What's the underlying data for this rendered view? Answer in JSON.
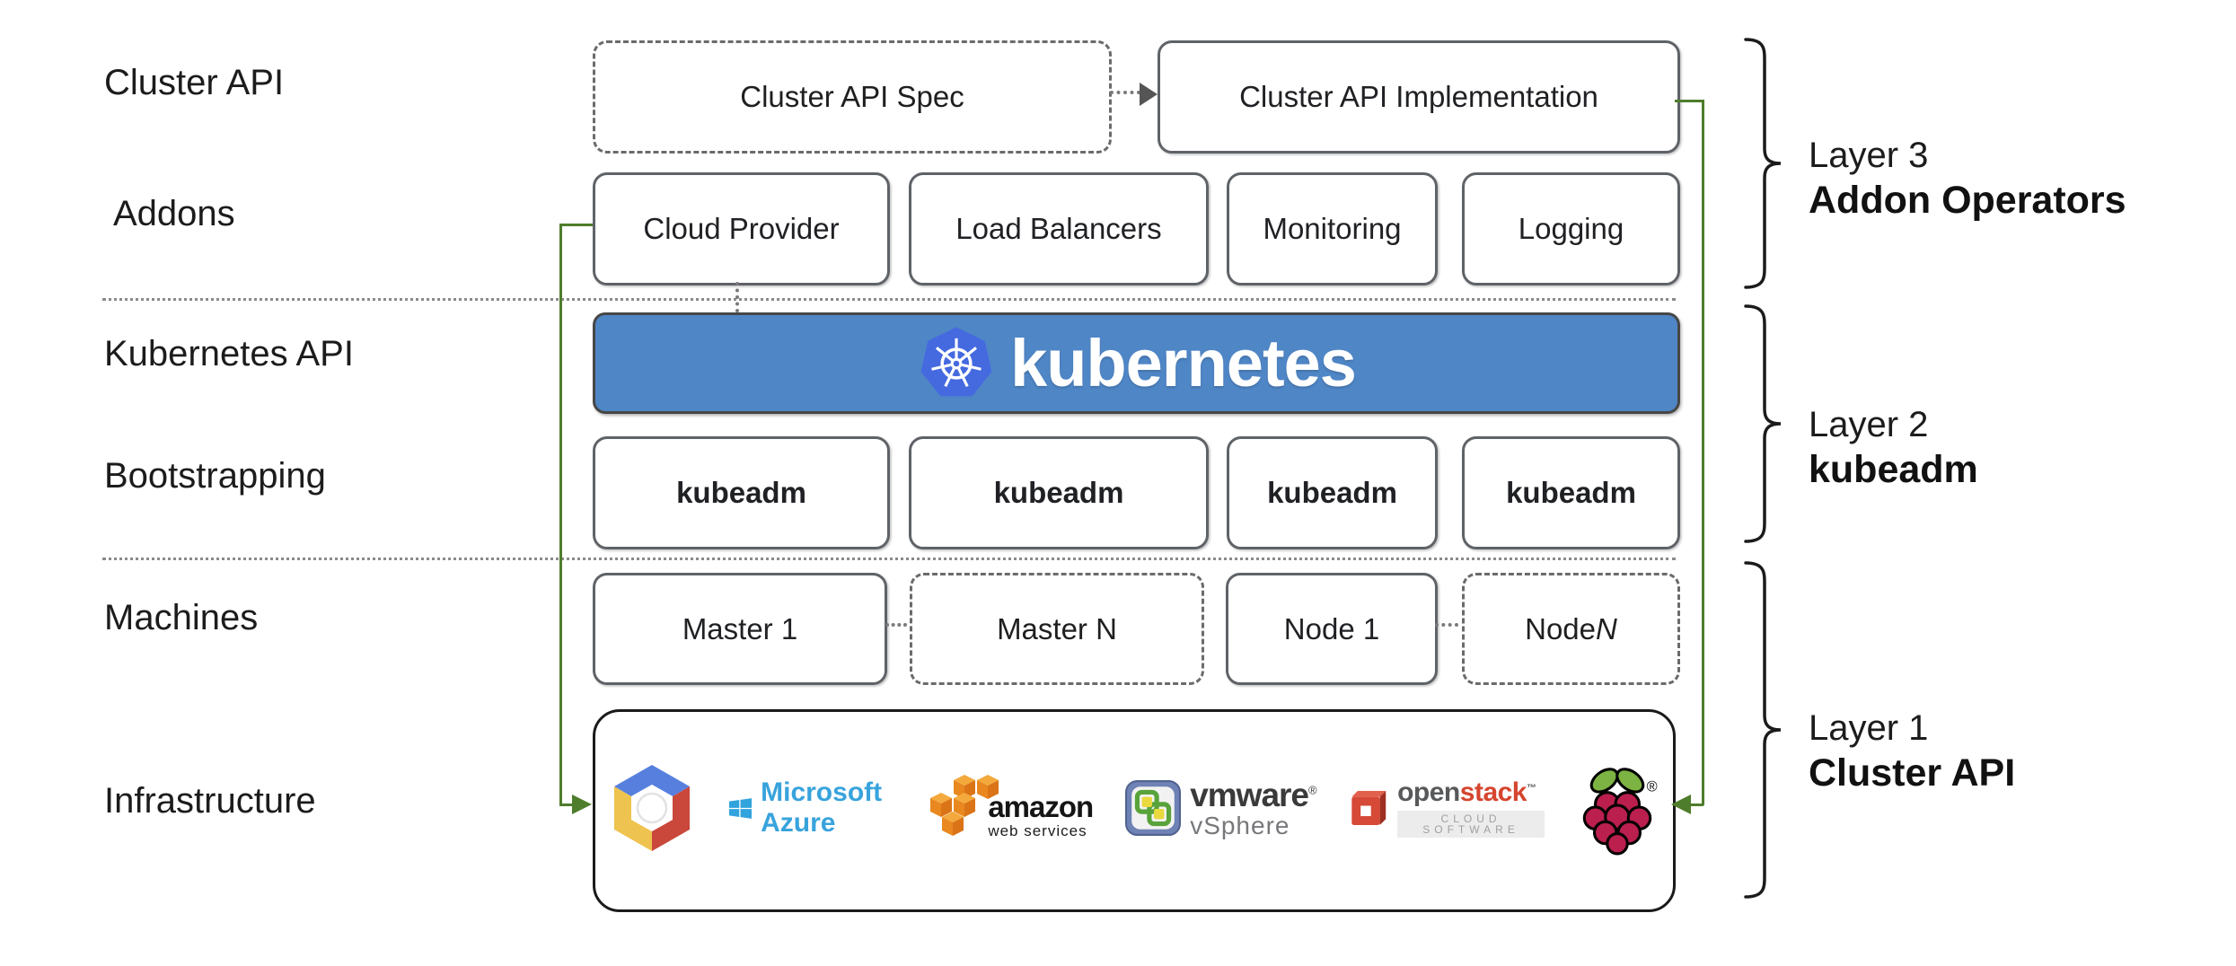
{
  "diagram": {
    "left_labels": [
      "Cluster API",
      "Addons",
      "Kubernetes API",
      "Bootstrapping",
      "Machines",
      "Infrastructure"
    ],
    "cluster_api_row": {
      "spec_label": "Cluster API Spec",
      "impl_label": "Cluster API Implementation"
    },
    "addons_row": {
      "boxes": [
        "Cloud Provider",
        "Load Balancers",
        "Monitoring",
        "Logging"
      ]
    },
    "kubernetes_banner": {
      "label": "kubernetes"
    },
    "bootstrapping_row": {
      "boxes": [
        "kubeadm",
        "kubeadm",
        "kubeadm",
        "kubeadm"
      ]
    },
    "machines_row": {
      "boxes": [
        {
          "label": "Master 1"
        },
        {
          "label": "Master N"
        },
        {
          "label": "Node 1"
        },
        {
          "label_prefix": "Node ",
          "label_suffix": "N"
        }
      ]
    },
    "infrastructure_row": {
      "azure_label": "Microsoft Azure",
      "aws_line1": "amazon",
      "aws_line2": "web services",
      "vmware_line1": "vmware",
      "vmware_reg": "®",
      "vmware_line2": "vSphere",
      "openstack_part1": "open",
      "openstack_part2": "stack",
      "openstack_tm": "™",
      "openstack_sub": "CLOUD SOFTWARE",
      "raspberry_reg": "®"
    },
    "layer_labels": [
      {
        "line1": "Layer 3",
        "line2": "Addon Operators"
      },
      {
        "line1": "Layer 2",
        "line2": "kubeadm"
      },
      {
        "line1": "Layer 1",
        "line2": "Cluster API"
      }
    ],
    "colors": {
      "accent_green": "#4e7d2b",
      "banner_blue": "#4f86c6",
      "k8s_logo_blue": "#456ae0",
      "box_border_gray": "#5f6368"
    }
  }
}
